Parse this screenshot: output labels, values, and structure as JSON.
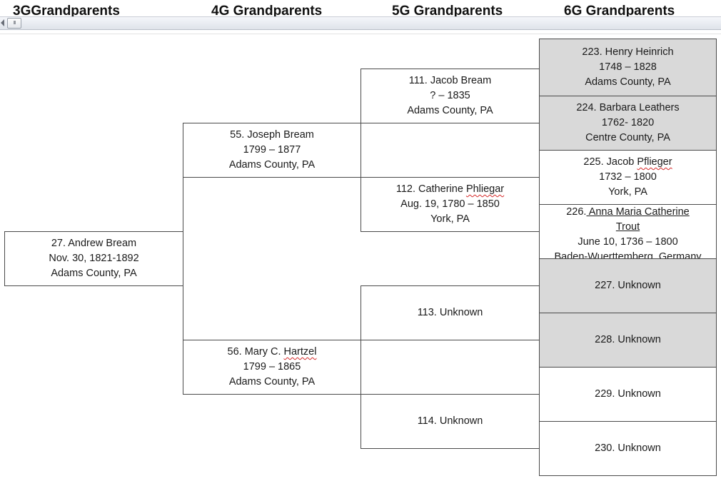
{
  "headers": [
    "3GGrandparents",
    "4G Grandparents",
    "5G Grandparents",
    "6G Grandparents"
  ],
  "scrollbar": {
    "thumb_grip": "III"
  },
  "people": {
    "p27": {
      "name": "27. Andrew Bream",
      "dates": "Nov. 30, 1821-1892",
      "place": "Adams County, PA"
    },
    "p55": {
      "name": "55. Joseph Bream",
      "dates": "1799 – 1877",
      "place": "Adams County, PA"
    },
    "p56": {
      "name_prefix": "56. Mary C. ",
      "name_surname": "Hartzel",
      "dates": "1799 – 1865",
      "place": "Adams County, PA"
    },
    "p111": {
      "name": "111. Jacob Bream",
      "dates": "? – 1835",
      "place": "Adams County, PA"
    },
    "p112": {
      "name_prefix": "112. Catherine ",
      "name_surname": "Phliegar",
      "dates": "Aug. 19, 1780 – 1850",
      "place": "York, PA"
    },
    "p113": {
      "name": "113. Unknown"
    },
    "p114": {
      "name": "114. Unknown"
    },
    "p223": {
      "name": "223. Henry Heinrich",
      "dates": "1748 – 1828",
      "place": "Adams County, PA"
    },
    "p224": {
      "name": "224. Barbara Leathers",
      "dates": "1762- 1820",
      "place": "Centre County, PA"
    },
    "p225": {
      "name_prefix": "225. Jacob ",
      "name_surname": "Pflieger",
      "dates": "1732 – 1800",
      "place": "York, PA"
    },
    "p226": {
      "name_number": "226.",
      "name_line1": " Anna Maria Catherine",
      "name_line2": "Trout",
      "dates": "June 10, 1736 – 1800",
      "place": "Baden-Wuerttemberg, Germany"
    },
    "p227": {
      "name": "227. Unknown"
    },
    "p228": {
      "name": "228. Unknown"
    },
    "p229": {
      "name": "229. Unknown"
    },
    "p230": {
      "name": "230. Unknown"
    }
  }
}
